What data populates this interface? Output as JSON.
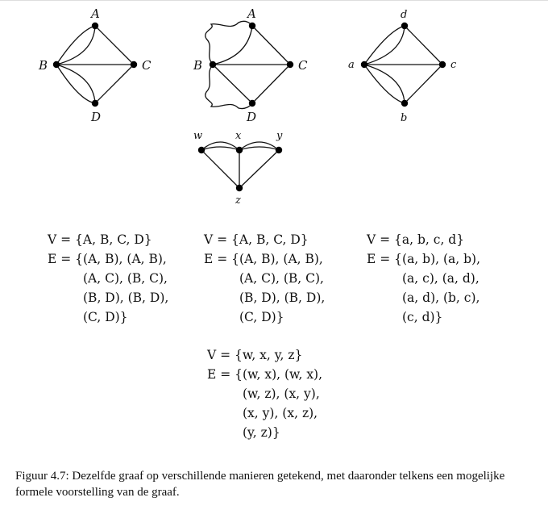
{
  "graph1": {
    "labels": {
      "A": "A",
      "B": "B",
      "C": "C",
      "D": "D"
    }
  },
  "graph2": {
    "labels": {
      "A": "A",
      "B": "B",
      "C": "C",
      "D": "D"
    }
  },
  "graph3": {
    "labels": {
      "a": "a",
      "b": "b",
      "c": "c",
      "d": "d"
    }
  },
  "graph4": {
    "labels": {
      "w": "w",
      "x": "x",
      "y": "y",
      "z": "z"
    }
  },
  "formulas": {
    "f1": [
      "V = {A, B, C, D}",
      "E = {(A, B), (A, B),",
      "(A, C), (B, C),",
      "(B, D), (B, D),",
      "(C, D)}"
    ],
    "f2": [
      "V = {A, B, C, D}",
      "E = {(A, B), (A, B),",
      "(A, C), (B, C),",
      "(B, D), (B, D),",
      "(C, D)}"
    ],
    "f3": [
      "V = {a, b, c, d}",
      "E = {(a, b), (a, b),",
      "(a, c), (a, d),",
      "(a, d), (b, c),",
      "(c, d)}"
    ],
    "f4": [
      "V = {w, x, y, z}",
      "E = {(w, x), (w, x),",
      "(w, z), (x, y),",
      "(x, y), (x, z),",
      "(y, z)}"
    ]
  },
  "caption": "Figuur 4.7: Dezelfde graaf op verschillende manieren getekend, met daaronder telkens een mogelijke formele voorstelling van de graaf."
}
